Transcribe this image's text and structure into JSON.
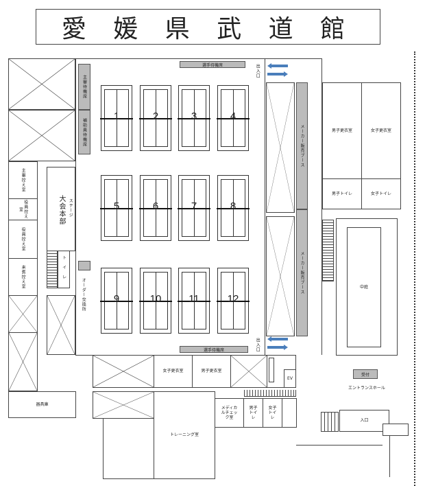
{
  "title": "愛 媛 県 武 道 館",
  "courts": [
    "1",
    "2",
    "3",
    "4",
    "5",
    "6",
    "7",
    "8",
    "9",
    "10",
    "11",
    "12"
  ],
  "labels": {
    "referee_wait": "主審待機席",
    "assistant_wait": "補助員待機席",
    "referee_room": "主審控え室",
    "officials_room_1": "役員控え室",
    "officials_room_2": "役員控え室",
    "guest_room": "来賓控え室",
    "hq": "大会本部",
    "stage": "ステージ",
    "toilet": "トイレ",
    "order_exchange": "オーダー交換所",
    "player_wait_top": "選手待機席",
    "player_wait_bottom": "選手待機席",
    "entrance_top": "出入口",
    "entrance_bottom": "出入口",
    "maker_booth_1": "メーカー販売ブース",
    "maker_booth_2": "メーカー販売ブース",
    "men_changing": "男子更衣室",
    "women_changing": "女子更衣室",
    "men_toilet": "男子トイレ",
    "women_toilet": "女子トイレ",
    "courtyard": "中庭",
    "reception": "受付",
    "entrance_hall": "エントランスホール",
    "main_entrance": "入口",
    "women_changing_2": "女子更衣室",
    "men_changing_2": "男子更衣室",
    "ev": "EV",
    "equipment": "器具庫",
    "training": "トレーニング室",
    "medical": "メディカルチェック室",
    "men_toilet_2": "男子トイレ",
    "women_toilet_2": "女子トイレ"
  },
  "colors": {
    "arrow": "#4a7ebb",
    "grey": "#bbbbbb"
  }
}
